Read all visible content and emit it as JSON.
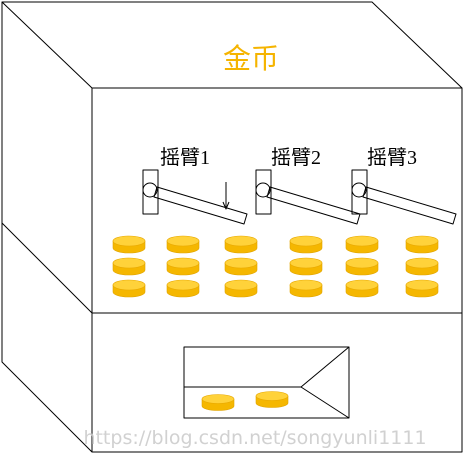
{
  "title": "金币",
  "arms": [
    {
      "label": "摇臂1",
      "has_arrow": true
    },
    {
      "label": "摇臂2",
      "has_arrow": false
    },
    {
      "label": "摇臂3",
      "has_arrow": false
    }
  ],
  "coin_stacks": {
    "columns": 6,
    "rows": 3
  },
  "tray_coins": 2,
  "watermark": "https://blog.csdn.net/songyunli1111",
  "colors": {
    "line": "#000000",
    "coin_face": "#ffd23a",
    "coin_side": "#f5b700",
    "title": "#f5b400",
    "background": "#ffffff"
  }
}
